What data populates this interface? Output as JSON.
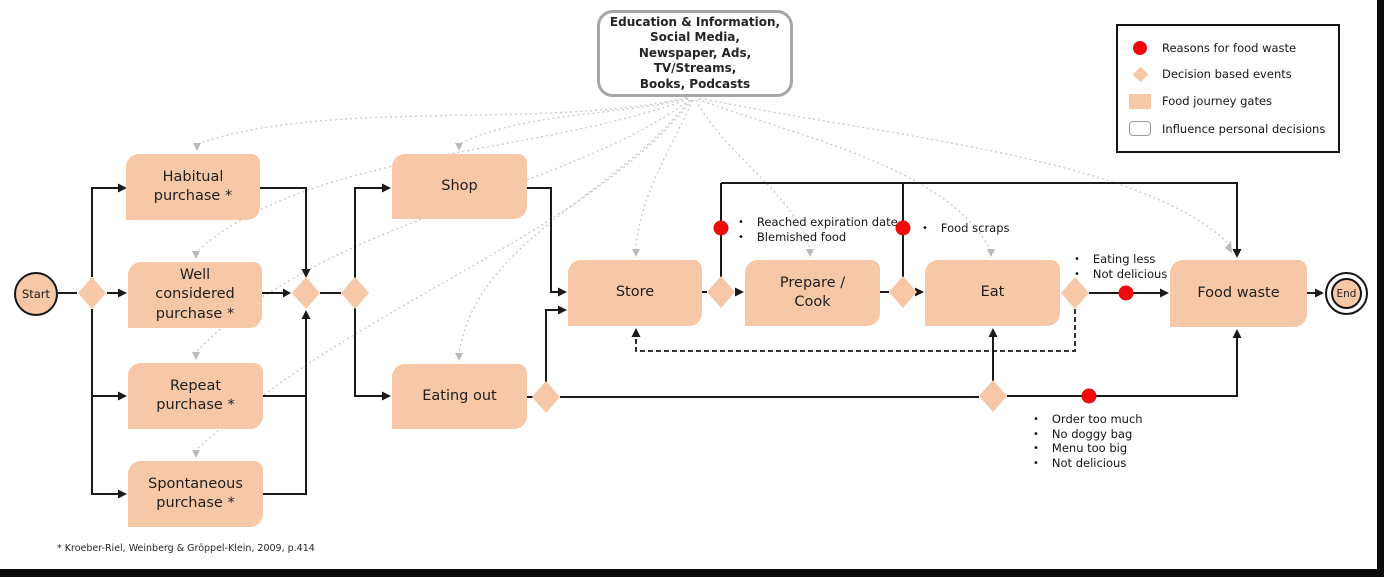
{
  "influence_box": {
    "lines": [
      "Education & Information,",
      "Social Media,",
      "Newspaper, Ads,",
      "TV/Streams,",
      "Books, Podcasts"
    ]
  },
  "nodes": {
    "start": {
      "label": "Start"
    },
    "habitual": {
      "lines": [
        "Habitual",
        "purchase *"
      ]
    },
    "well_considered": {
      "lines": [
        "Well",
        "considered",
        "purchase *"
      ]
    },
    "repeat": {
      "lines": [
        "Repeat",
        "purchase *"
      ]
    },
    "spontaneous": {
      "lines": [
        "Spontaneous",
        "purchase *"
      ]
    },
    "shop": {
      "label": "Shop"
    },
    "eating_out": {
      "label": "Eating out"
    },
    "store": {
      "label": "Store"
    },
    "prepare_cook": {
      "lines": [
        "Prepare /",
        "Cook"
      ]
    },
    "eat": {
      "label": "Eat"
    },
    "food_waste": {
      "label": "Food waste"
    },
    "end": {
      "label": "End"
    }
  },
  "annotations": {
    "store_prepare": {
      "items": [
        "Reached expiration date",
        "Blemished food"
      ]
    },
    "prepare_eat": {
      "items": [
        "Food scraps"
      ]
    },
    "eat_waste": {
      "items": [
        "Eating less",
        "Not delicious"
      ]
    },
    "eating_out_waste": {
      "items": [
        "Order too much",
        "No doggy bag",
        "Menu too big",
        "Not delicious"
      ]
    }
  },
  "legend": {
    "items": [
      {
        "icon": "red-circle",
        "label": "Reasons for food waste"
      },
      {
        "icon": "peach-diamond",
        "label": "Decision based events"
      },
      {
        "icon": "peach-square",
        "label": "Food journey gates"
      },
      {
        "icon": "outline-rounded-rect",
        "label": "Influence personal decisions"
      }
    ]
  },
  "footnote": "* Kroeber-Riel, Weinberg & Gröppel-Klein, 2009, p.414",
  "colors": {
    "gate_peach": "#F6C8A7",
    "waste_red": "#EE0B0B",
    "flow_line": "#1a1a1a",
    "influence_dotted": "#c9c9c9"
  }
}
